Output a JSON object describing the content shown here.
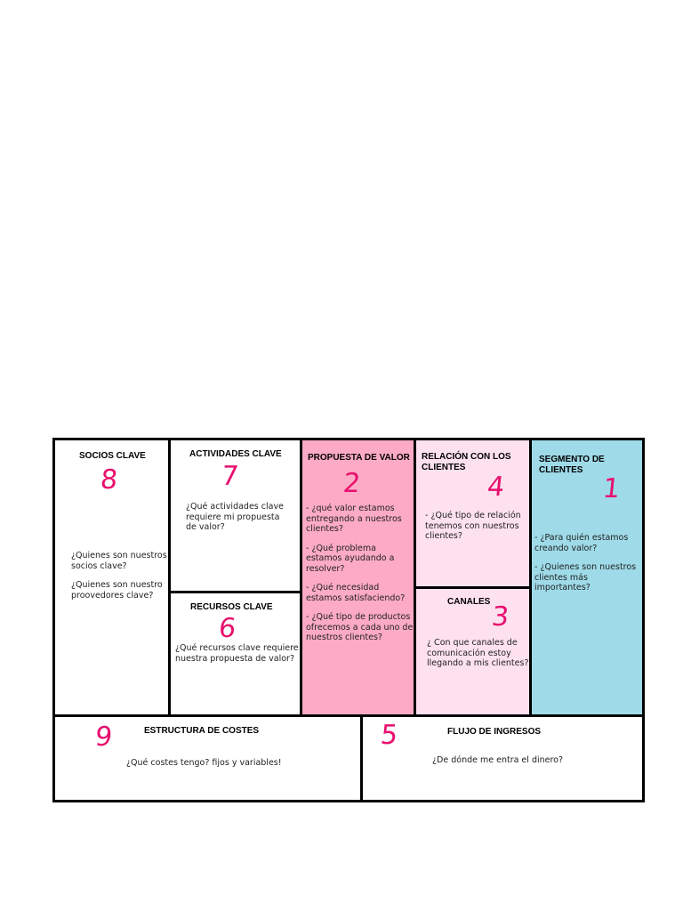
{
  "canvas": {
    "socios": {
      "title": "SOCIOS CLAVE",
      "number": "8",
      "questions": [
        "¿Quienes son nuestros socios clave?",
        "¿Quienes son nuestro proovedores clave?"
      ]
    },
    "actividades": {
      "title": "ACTIVIDADES CLAVE",
      "number": "7",
      "questions": [
        "¿Qué actividades clave requiere mi propuesta de valor?"
      ]
    },
    "recursos": {
      "title": "RECURSOS CLAVE",
      "number": "6",
      "questions": [
        "¿Qué recursos clave requiere nuestra propuesta de valor?"
      ]
    },
    "propuesta": {
      "title": "PROPUESTA DE VALOR",
      "number": "2",
      "questions": [
        "- ¿qué valor estamos entregando a nuestros clientes?",
        "- ¿Qué problema estamos ayudando a resolver?",
        "- ¿Qué necesidad estamos satisfaciendo?",
        "- ¿Qué tipo de productos ofrecemos a cada uno de nuestros clientes?"
      ]
    },
    "relacion": {
      "title": "RELACIÓN CON LOS CLIENTES",
      "number": "4",
      "questions": [
        "- ¿Qué tipo de relación tenemos con nuestros clientes?"
      ]
    },
    "canales": {
      "title": "CANALES",
      "number": "3",
      "questions": [
        "¿ Con que canales de comunicación estoy llegando a mis clientes?"
      ]
    },
    "segmento": {
      "title": "SEGMENTO DE CLIENTES",
      "number": "1",
      "questions": [
        "- ¿Para quién estamos creando valor?",
        "- ¿Quienes son nuestros clientes más importantes?"
      ]
    },
    "costes": {
      "title": "ESTRUCTURA DE COSTES",
      "number": "9",
      "questions": [
        "¿Qué costes tengo? fijos y variables!"
      ]
    },
    "ingresos": {
      "title": "FLUJO DE INGRESOS",
      "number": "5",
      "questions": [
        "¿De dónde me entra el dinero?"
      ]
    }
  },
  "colors": {
    "number": "#e8106e",
    "propuesta_bg": "#fcaac6",
    "relacion_bg": "#fde1ef",
    "segmento_bg": "#9edae8",
    "border": "#000000"
  }
}
